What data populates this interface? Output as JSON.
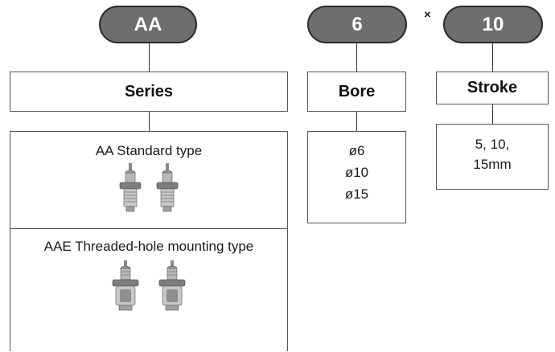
{
  "codes": {
    "series": "AA",
    "bore": "6",
    "stroke": "10"
  },
  "separator": "×",
  "headers": {
    "series": "Series",
    "bore": "Bore",
    "stroke": "Stroke"
  },
  "series_types": [
    {
      "label": "AA Standard type",
      "icon": "cylinder-icon"
    },
    {
      "label": "AAE Threaded-hole mounting type",
      "icon": "cylinder-threaded-icon"
    }
  ],
  "bore_options": [
    "ø6",
    "ø10",
    "ø15"
  ],
  "stroke_options": {
    "line1": "5, 10,",
    "line2": "15mm"
  },
  "colors": {
    "pill_fill": "#6e6e6e",
    "pill_border": "#2b2b2b",
    "line": "#333333"
  }
}
